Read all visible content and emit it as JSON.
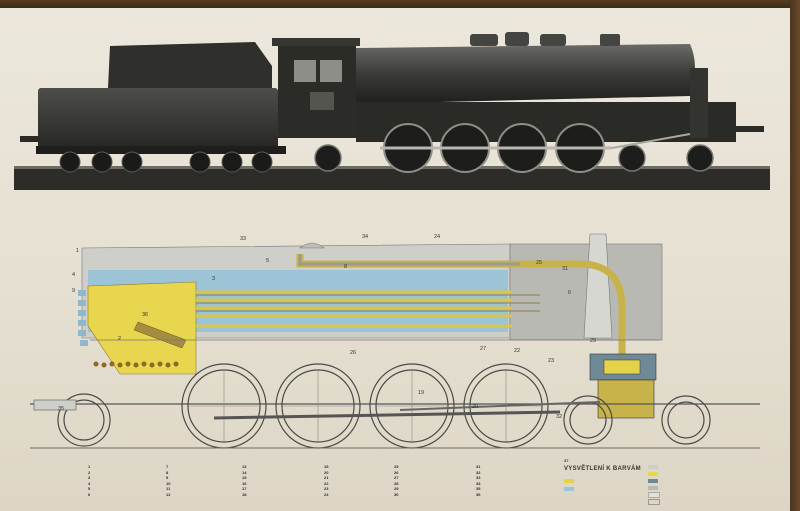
{
  "diagram_numbers": {
    "n1": "1",
    "n2": "2",
    "n3": "3",
    "n4": "4",
    "n5": "5",
    "n6": "6",
    "n8": "8",
    "n9": "9",
    "n19": "19",
    "n20": "20",
    "n22": "22",
    "n23": "23",
    "n24": "24",
    "n25": "25",
    "n26": "26",
    "n27": "27",
    "n29": "29",
    "n31": "31",
    "n32": "32",
    "n33": "33",
    "n34": "34",
    "n35": "35",
    "n36": "36"
  },
  "legend": {
    "col1": [
      "1",
      "2",
      "3",
      "4",
      "5",
      "6"
    ],
    "col2": [
      "7",
      "8",
      "9",
      "10",
      "11",
      "12"
    ],
    "col3": [
      "13",
      "14",
      "15",
      "16",
      "17",
      "18"
    ],
    "col4": [
      "19",
      "20",
      "21",
      "22",
      "23",
      "24"
    ],
    "col5": [
      "25",
      "26",
      "27",
      "28",
      "29",
      "30"
    ],
    "col6": [
      "31",
      "32",
      "33",
      "34",
      "35",
      "36"
    ]
  },
  "colors_title": "VYSVĚTLENÍ K BARVÁM",
  "color_key_number": "37",
  "colors": {
    "yellow": "#e4d24a",
    "blue": "#9cc4d6",
    "gray": "#b9b9b4",
    "steam_pipe": "#c8b24a",
    "firebox_yellow": "#e8d64e",
    "dark_metal": "#3b3a36"
  }
}
